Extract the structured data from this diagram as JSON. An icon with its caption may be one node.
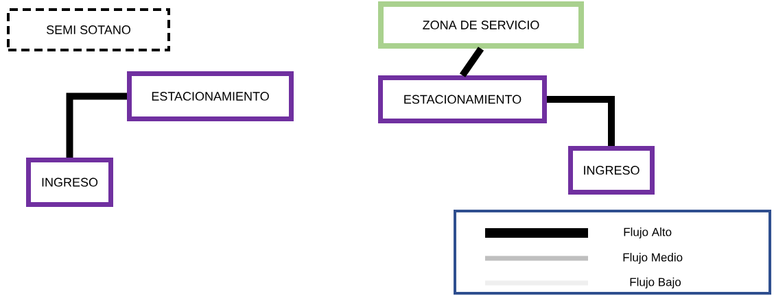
{
  "diagram": {
    "nodes": [
      {
        "text": [
          "SEMI SOTANO"
        ]
      },
      {
        "text": [
          "ESTACIONAMIENTO"
        ]
      },
      {
        "text": [
          "INGRESO"
        ]
      },
      {
        "text": [
          "ZONA DE SERVICIO"
        ]
      },
      {
        "text": [
          "ESTACIONAMIENTO"
        ]
      },
      {
        "text": [
          "INGRESO"
        ]
      }
    ],
    "edges": [
      {
        "from": 1,
        "to": 2,
        "arrow": "none"
      },
      {
        "from": 3,
        "to": 4,
        "arrow": "none"
      },
      {
        "from": 4,
        "to": 5,
        "arrow": "none"
      }
    ],
    "legend": [
      {
        "text": "Flujo Alto",
        "color": "#000000"
      },
      {
        "text": "Flujo Medio",
        "color": "#bfbfbf"
      },
      {
        "text": "Flujo Bajo",
        "color": "#efefef"
      }
    ]
  }
}
